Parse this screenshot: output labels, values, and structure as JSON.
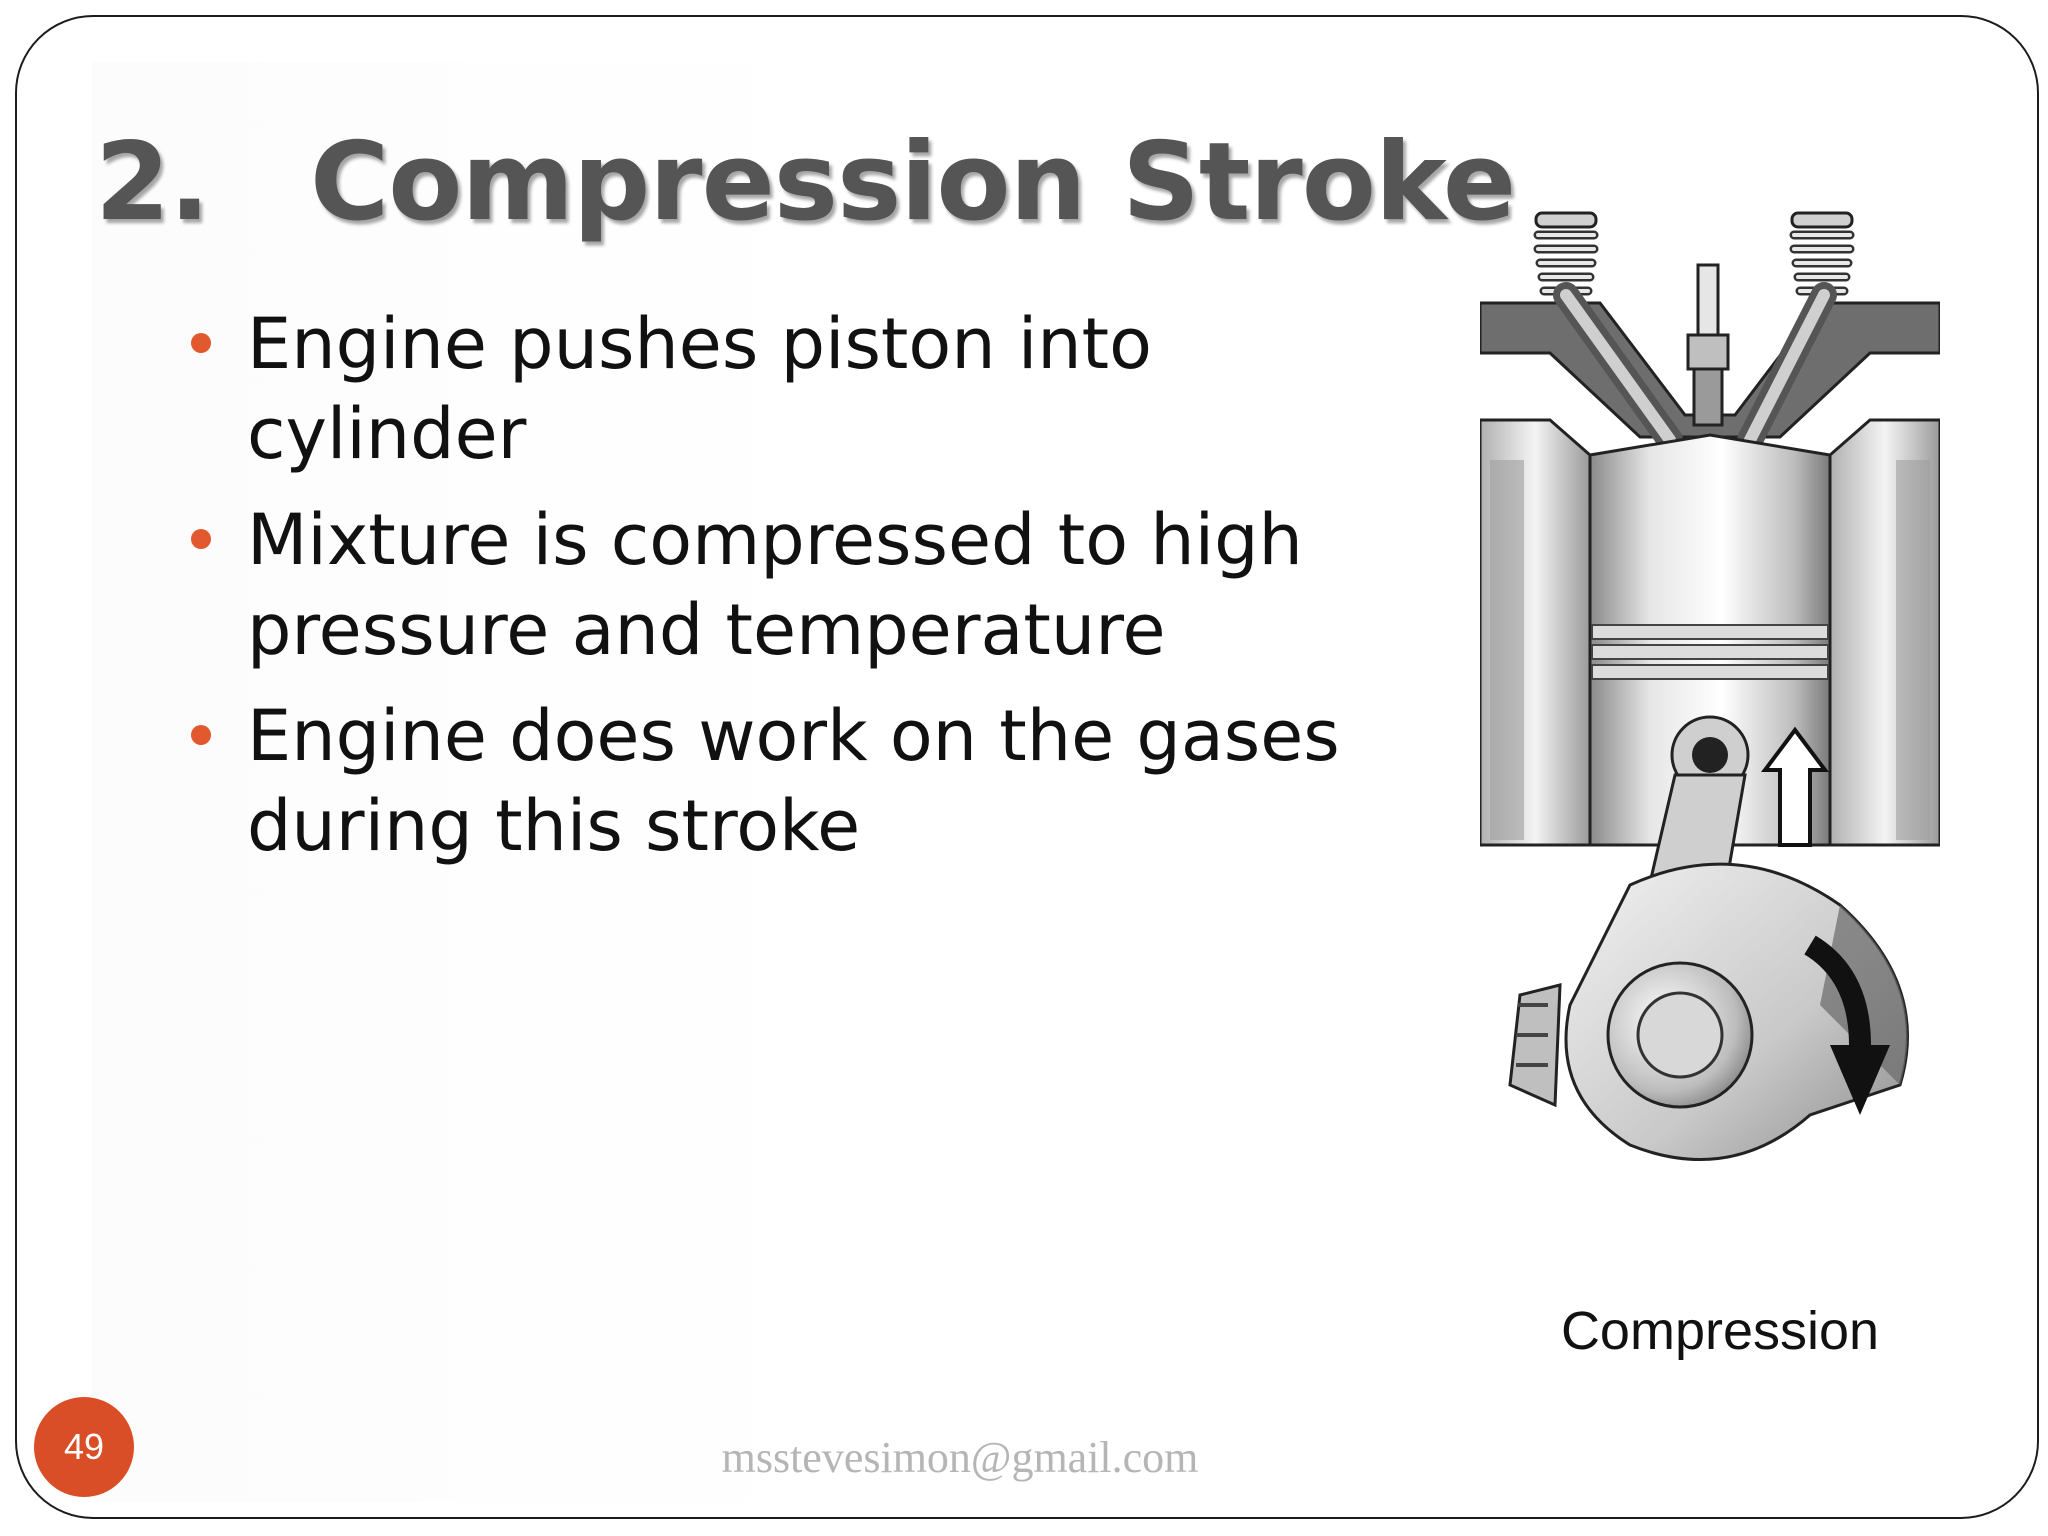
{
  "slide": {
    "title_number": "2.",
    "title_text": "Compression Stroke",
    "bullets": [
      "Engine pushes piston into cylinder",
      "Mixture is compressed to high pressure and temperature",
      "Engine does work on the gases during this stroke"
    ],
    "figure_icon": "engine-piston-compression-diagram",
    "figure_caption": "Compression",
    "page_number": "49",
    "footer_email": "msstevesimon@gmail.com"
  },
  "colors": {
    "accent": "#e2582f",
    "page_badge": "#d94e26",
    "title": "#555555",
    "footer": "#b5b5b5"
  }
}
